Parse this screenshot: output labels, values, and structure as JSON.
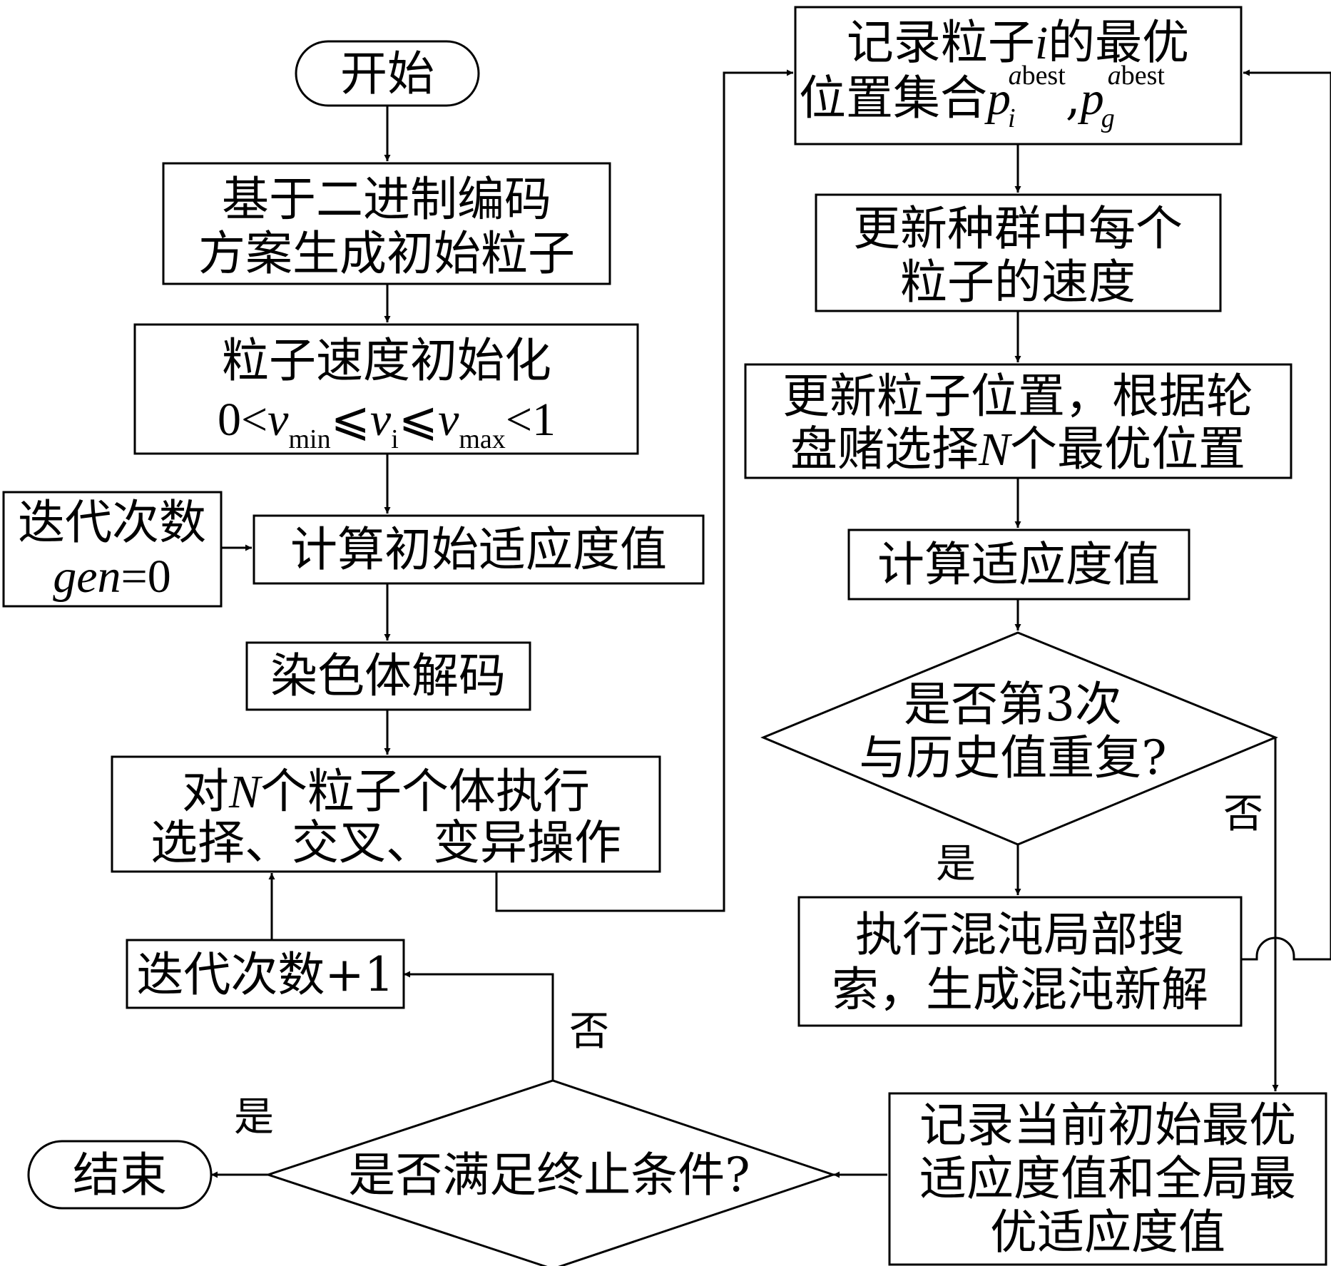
{
  "nodes": {
    "start": "开始",
    "encode": {
      "line1": "基于二进制编码",
      "line2": "方案生成初始粒子"
    },
    "vinit": {
      "line1": "粒子速度初始化",
      "zero_lt": "0<",
      "v": "v",
      "min": "min",
      "leq": "⩽",
      "i": "i",
      "max": "max",
      "lt_one": "<1"
    },
    "iter_init": {
      "line1": "迭代次数",
      "gen": "gen",
      "eq_zero": "=0"
    },
    "fitness_init": "计算初始适应度值",
    "decode": "染色体解码",
    "ga_ops": {
      "pre": "对",
      "N": "N",
      "post": "个粒子个体执行",
      "line2": "选择、交叉、变异操作"
    },
    "iter_inc": "迭代次数+1",
    "terminate": "是否满足终止条件?",
    "end": "结束",
    "record_best": {
      "line1_pre": "记录粒子",
      "line1_i": "i",
      "line1_post": "的最优",
      "line2_pre": "位置集合",
      "p": "p",
      "sub_i": "i",
      "sub_g": "g",
      "sup_a": "a",
      "sup_best": "best",
      "comma": ","
    },
    "update_velocity": {
      "line1": "更新种群中每个",
      "line2": "粒子的速度"
    },
    "update_position": {
      "line1": "更新粒子位置，根据轮",
      "line2_pre": "盘赌选择",
      "N": "N",
      "line2_post": "个最优位置"
    },
    "fitness": "计算适应度值",
    "repeat_check": {
      "line1": "是否第3次",
      "line2": "与历史值重复?"
    },
    "chaos_search": {
      "line1": "执行混沌局部搜",
      "line2": "索，生成混沌新解"
    },
    "record_global": {
      "line1": "记录当前初始最优",
      "line2": "适应度值和全局最",
      "line3": "优适应度值"
    }
  },
  "edge_labels": {
    "repeat_no": "否",
    "repeat_yes": "是",
    "terminate_no": "否",
    "terminate_yes": "是"
  }
}
